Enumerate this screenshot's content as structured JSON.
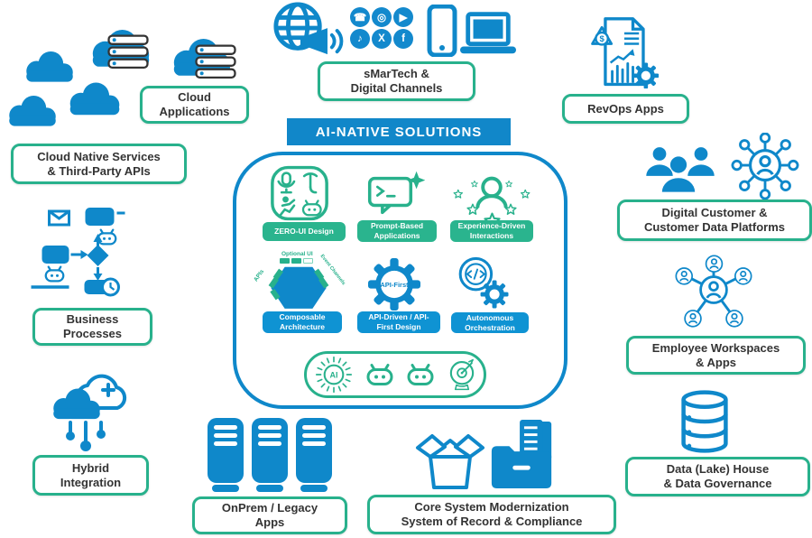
{
  "diagram_title": "AI-NATIVE SOLUTIONS",
  "colors": {
    "blue": "#0f88ca",
    "blue_light": "#0f93d3",
    "title_bar_blue": "#1187c9",
    "green": "#28b18c",
    "text": "#333333"
  },
  "center": {
    "title": "AI-NATIVE SOLUTIONS",
    "tiles": [
      {
        "label": "ZERO-UI Design"
      },
      {
        "label": "Prompt-Based Applications"
      },
      {
        "label": "Experience-Driven Interactions"
      },
      {
        "label": "Composable Architecture"
      },
      {
        "label": "API-Driven / API-First Design"
      },
      {
        "label": "Autonomous Orchestration"
      }
    ],
    "composable_annotations": {
      "top": "Optional UI",
      "left": "APIs",
      "right": "Event Channels"
    },
    "api_gear_label": "API-First",
    "ai_chip_label": "AI"
  },
  "clusters": {
    "cloud_applications": {
      "lines": [
        "Cloud",
        "Applications"
      ]
    },
    "cloud_native": {
      "lines": [
        "Cloud Native Services",
        "& Third-Party APIs"
      ]
    },
    "business_processes": {
      "lines": [
        "Business",
        "Processes"
      ]
    },
    "hybrid_integration": {
      "lines": [
        "Hybrid",
        "Integration"
      ]
    },
    "onprem": {
      "lines": [
        "OnPrem / Legacy",
        "Apps"
      ]
    },
    "core_system": {
      "lines": [
        "Core System Modernization",
        "System of Record & Compliance"
      ]
    },
    "smartech": {
      "lines": [
        "sMarTech &",
        "Digital Channels"
      ]
    },
    "revops": {
      "lines": [
        "RevOps Apps"
      ],
      "currency_symbol": "$"
    },
    "digital_customer": {
      "lines": [
        "Digital Customer &",
        "Customer Data Platforms"
      ]
    },
    "employee_workspaces": {
      "lines": [
        "Employee Workspaces",
        "& Apps"
      ]
    },
    "data_lake": {
      "lines": [
        "Data (Lake) House",
        "& Data Governance"
      ]
    }
  },
  "social_channels": [
    {
      "name": "whatsapp",
      "glyph": "☎"
    },
    {
      "name": "instagram",
      "glyph": "◎"
    },
    {
      "name": "youtube",
      "glyph": "▶"
    },
    {
      "name": "tiktok",
      "glyph": "♪"
    },
    {
      "name": "x",
      "glyph": "X"
    },
    {
      "name": "facebook",
      "glyph": "f"
    }
  ]
}
